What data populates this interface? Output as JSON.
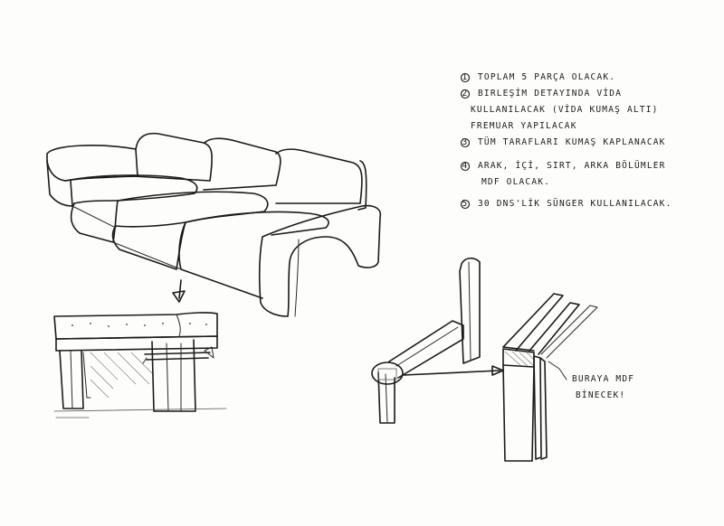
{
  "notes": {
    "items": [
      {
        "num": "1",
        "lines": [
          "TOPLAM   5 PARÇA OLACAK."
        ]
      },
      {
        "num": "2",
        "lines": [
          "BIRLEŞİM DETAYINDA VİDA",
          "KULLANILACAK (VİDA KUMAŞ ALTI)",
          "FREMUAR YAPILACAK"
        ]
      },
      {
        "num": "3",
        "lines": [
          "TÜM TARAFLARI KUMAŞ KAPLANACAK"
        ]
      },
      {
        "num": "4",
        "lines": [
          "ARAK, İÇİ, SIRT, ARKA BÖLÜMLER",
          "MDF OLACAK."
        ]
      },
      {
        "num": "5",
        "lines": [
          "30 DNS'LİK SÜNGER KULLANILACAK."
        ]
      }
    ]
  },
  "callout": {
    "lines": [
      "BURAYA MDF",
      "BİNECEK!"
    ]
  },
  "icons": {
    "pointer": "arrow-down-icon",
    "leader": "arrow-right-icon"
  }
}
